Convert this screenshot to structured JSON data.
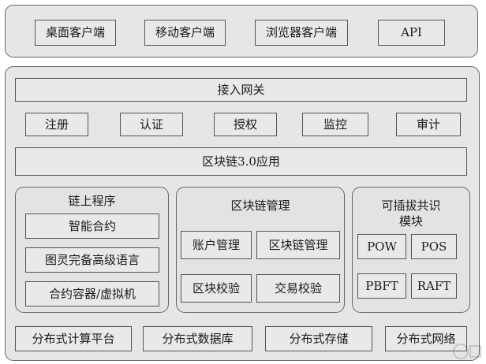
{
  "clients": {
    "desktop": "桌面客户端",
    "mobile": "移动客户端",
    "browser": "浏览器客户端",
    "api": "API"
  },
  "gateway": "接入网关",
  "gateway_functions": {
    "register": "注册",
    "auth": "认证",
    "authorize": "授权",
    "monitor": "监控",
    "audit": "审计"
  },
  "application": "区块链3.0应用",
  "onchain_programs": {
    "title": "链上程序",
    "smart_contract": "智能合约",
    "turing_language": "图灵完备高级语言",
    "vm": "合约容器/虚拟机"
  },
  "blockchain_management": {
    "title": "区块链管理",
    "account": "账户管理",
    "chain": "区块链管理",
    "block_check": "区块校验",
    "tx_check": "交易校验"
  },
  "consensus": {
    "title_line1": "可插拔共识",
    "title_line2": "模块",
    "pow": "POW",
    "pos": "POS",
    "pbft": "PBFT",
    "raft": "RAFT"
  },
  "infrastructure": {
    "compute": "分布式计算平台",
    "database": "分布式数据库",
    "storage": "分布式存储",
    "network": "分布式网络"
  }
}
